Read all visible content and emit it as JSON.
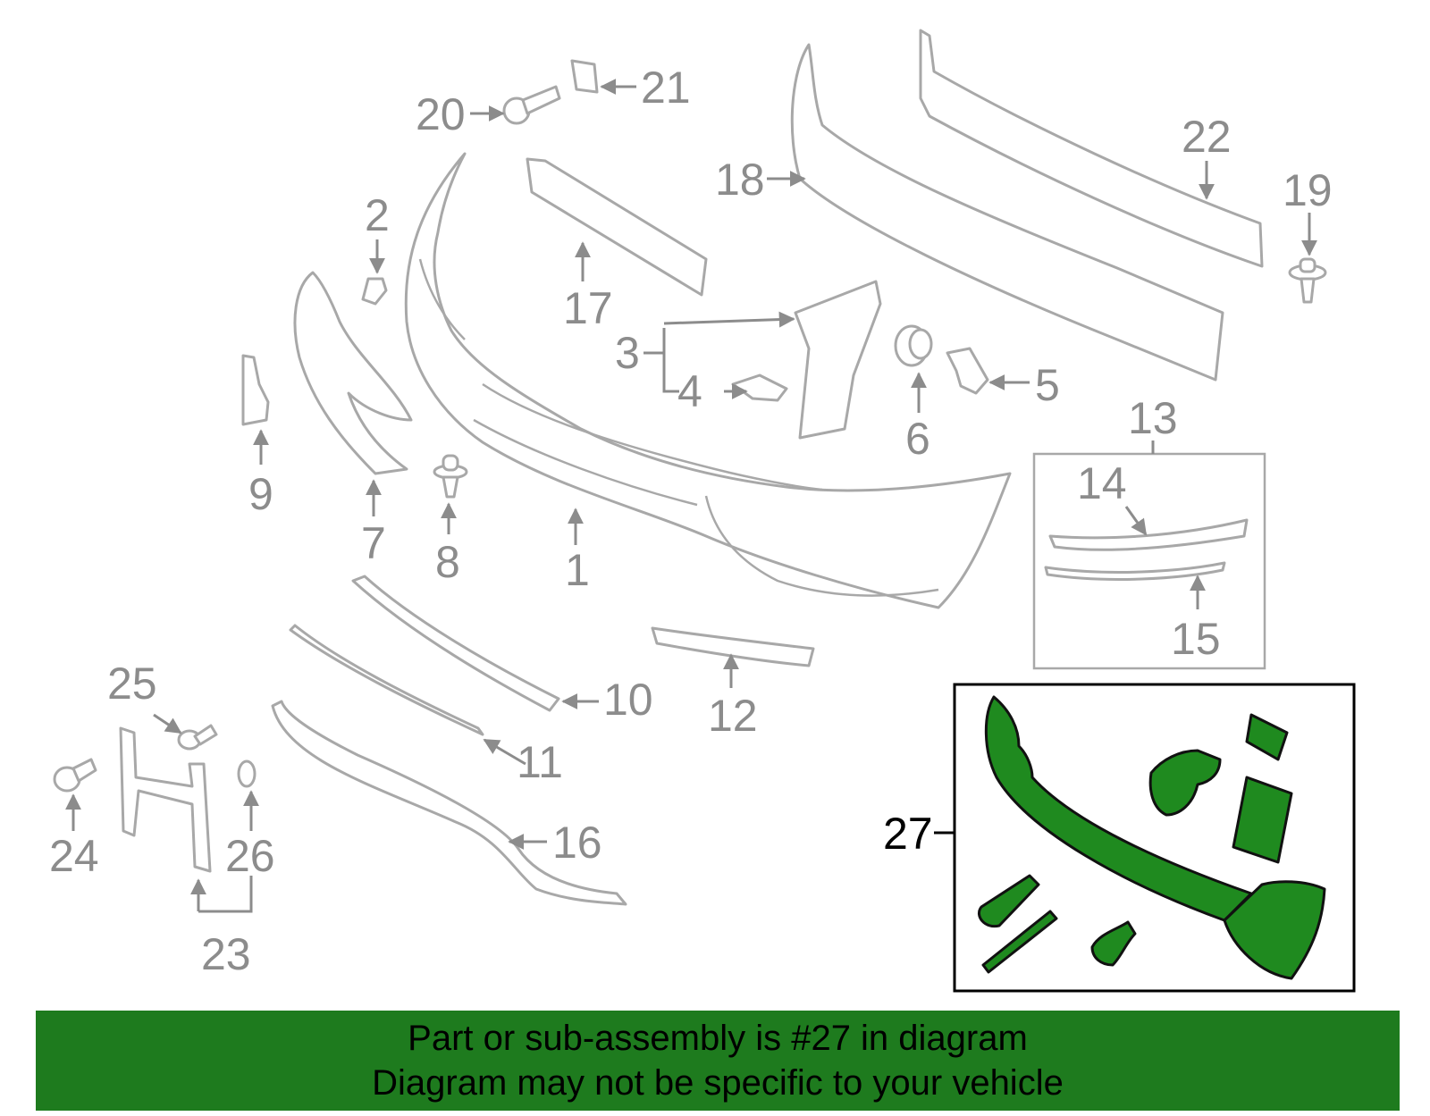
{
  "callouts": {
    "c1": "1",
    "c2": "2",
    "c3": "3",
    "c4": "4",
    "c5": "5",
    "c6": "6",
    "c7": "7",
    "c8": "8",
    "c9": "9",
    "c10": "10",
    "c11": "11",
    "c12": "12",
    "c13": "13",
    "c14": "14",
    "c15": "15",
    "c16": "16",
    "c17": "17",
    "c18": "18",
    "c19": "19",
    "c20": "20",
    "c21": "21",
    "c22": "22",
    "c23": "23",
    "c24": "24",
    "c25": "25",
    "c26": "26",
    "c27": "27"
  },
  "highlight": {
    "part_number": "27",
    "color": "#1f8a1f"
  },
  "banner": {
    "line1": "Part or sub-assembly is #27 in diagram",
    "line2": "Diagram may not be specific to your vehicle",
    "background": "#1e7b1e"
  }
}
